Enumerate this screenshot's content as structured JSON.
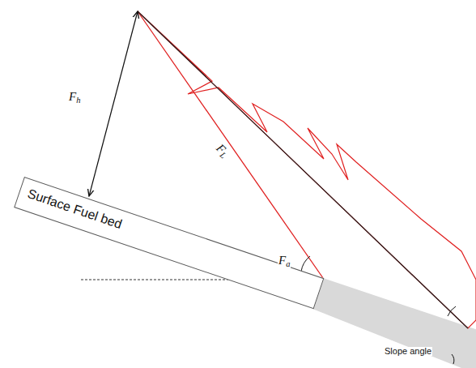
{
  "diagram": {
    "nodes": [
      {
        "text": [
          "Surface Fuel bed"
        ]
      }
    ],
    "labels": [
      "Fh",
      "FL",
      "Fa",
      "Slope angle"
    ]
  }
}
